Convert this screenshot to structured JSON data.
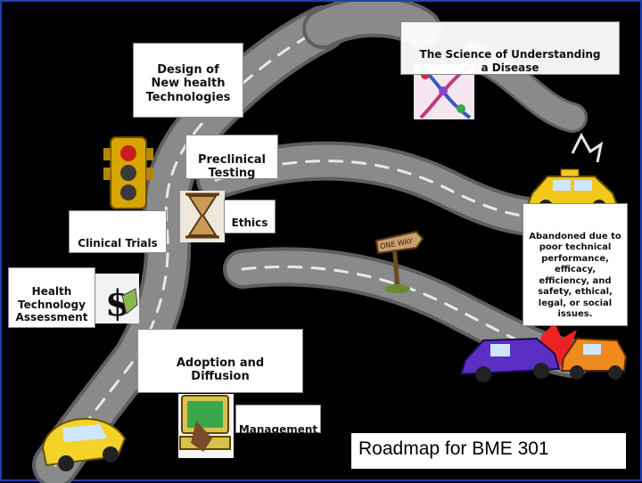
{
  "slide": {
    "title": "Roadmap for BME 301",
    "boxes": {
      "design": "Design of\nNew health\nTechnologies",
      "science": "The Science of Understanding\na Disease",
      "preclinical": "Preclinical\nTesting",
      "ethics": "Ethics",
      "clinical": "Clinical Trials",
      "abandoned": "Abandoned due to\npoor technical\nperformance,\nefficacy,\nefficiency, and\nsafety, ethical,\nlegal, or social\nissues.",
      "hta": "Health\nTechnology\nAssessment",
      "adoption": "Adoption and\nDiffusion",
      "management": "Management"
    },
    "sign": "ONE WAY"
  },
  "colors": {
    "background": "#000000",
    "road": "#8a8a8a",
    "road_edge": "#5f5f5f",
    "lane_mark": "#e8e8e8",
    "frame": "#1f3fb0"
  },
  "icons": [
    "traffic-light-icon",
    "dna-people-icon",
    "taxi-icon",
    "hourglass-icon",
    "one-way-sign-icon",
    "money-icon",
    "crashed-cars-icon",
    "computer-icon",
    "yellow-car-icon"
  ]
}
